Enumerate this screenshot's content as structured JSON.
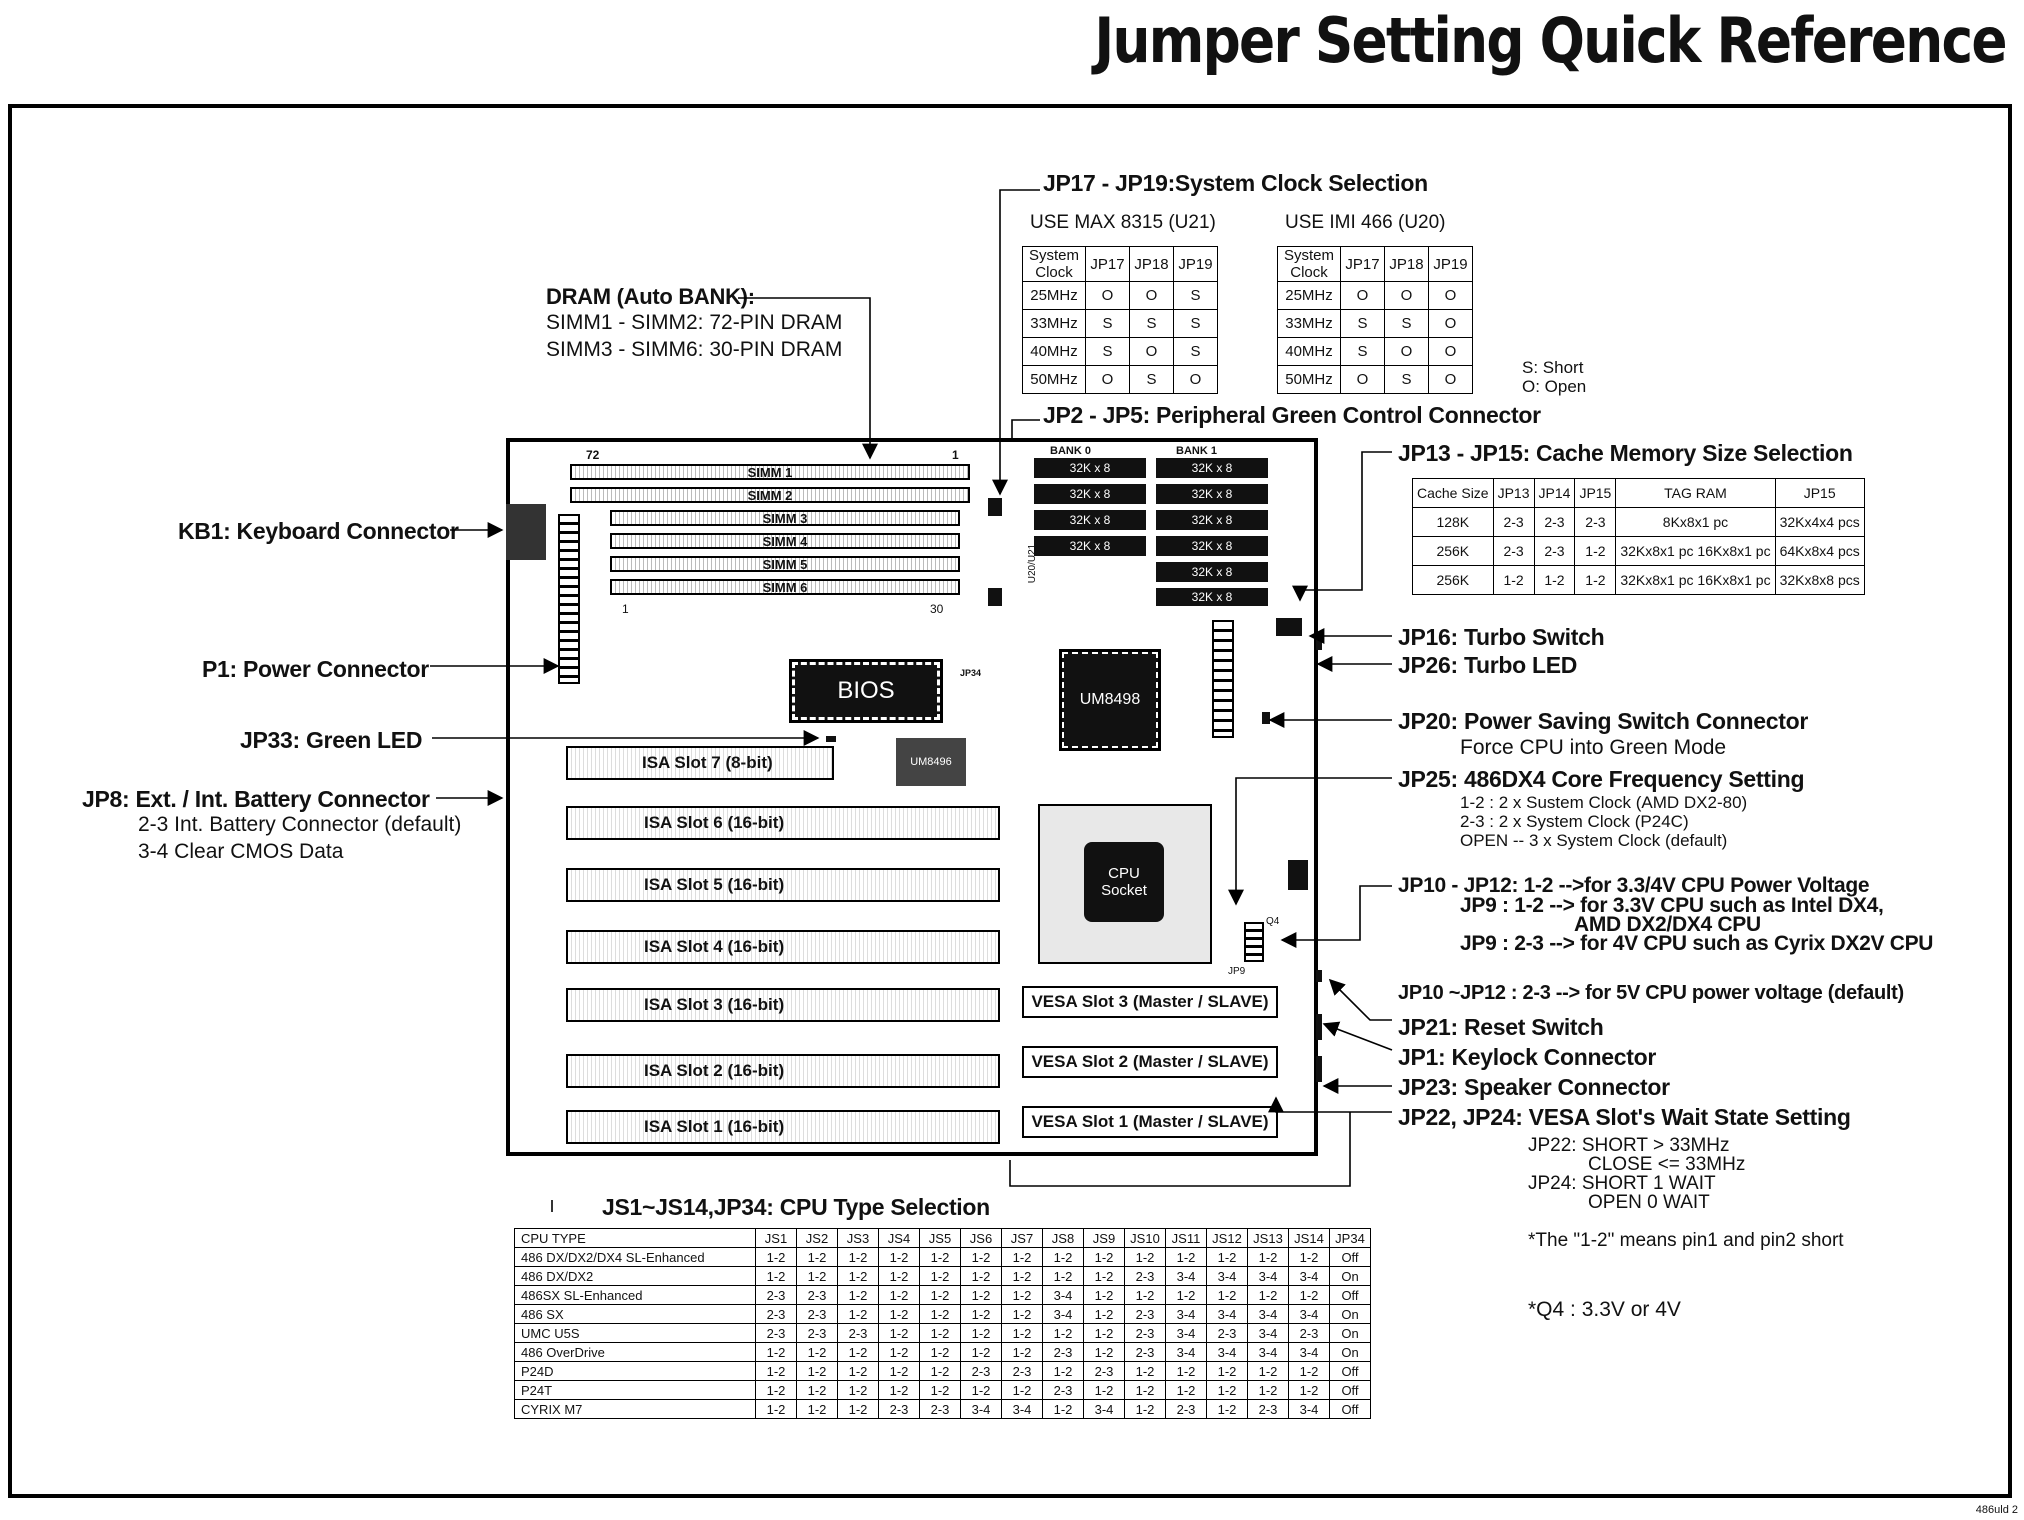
{
  "title": "Jumper Setting Quick Reference",
  "footer": "486uld 2",
  "clock": {
    "heading": "JP17 - JP19:System Clock Selection",
    "left_caption": "USE MAX 8315 (U21)",
    "right_caption": "USE IMI 466 (U20)",
    "header": [
      "System Clock",
      "JP17",
      "JP18",
      "JP19"
    ],
    "left_rows": [
      [
        "25MHz",
        "O",
        "O",
        "S"
      ],
      [
        "33MHz",
        "S",
        "S",
        "S"
      ],
      [
        "40MHz",
        "S",
        "O",
        "S"
      ],
      [
        "50MHz",
        "O",
        "S",
        "O"
      ]
    ],
    "right_rows": [
      [
        "25MHz",
        "O",
        "O",
        "O"
      ],
      [
        "33MHz",
        "S",
        "S",
        "O"
      ],
      [
        "40MHz",
        "S",
        "O",
        "O"
      ],
      [
        "50MHz",
        "O",
        "S",
        "O"
      ]
    ],
    "legend": [
      "S: Short",
      "O: Open"
    ]
  },
  "dram": {
    "heading": "DRAM (Auto BANK):",
    "line1": "SIMM1 - SIMM2: 72-PIN DRAM",
    "line2": "SIMM3 - SIMM6: 30-PIN DRAM"
  },
  "jp2": "JP2 - JP5:  Peripheral Green Control Connector",
  "cache": {
    "heading": "JP13 - JP15: Cache Memory Size Selection",
    "header": [
      "Cache Size",
      "JP13",
      "JP14",
      "JP15",
      "TAG RAM",
      "JP15"
    ],
    "rows": [
      [
        "128K",
        "2-3",
        "2-3",
        "2-3",
        "8Kx8x1 pc",
        "32Kx4x4 pcs"
      ],
      [
        "256K",
        "2-3",
        "2-3",
        "1-2",
        "32Kx8x1 pc 16Kx8x1 pc",
        "64Kx8x4 pcs"
      ],
      [
        "256K",
        "1-2",
        "1-2",
        "1-2",
        "32Kx8x1 pc 16Kx8x1 pc",
        "32Kx8x8 pcs"
      ]
    ]
  },
  "left_labels": {
    "kb1": "KB1: Keyboard Connector",
    "p1": "P1: Power Connector",
    "jp33": "JP33:  Green LED",
    "jp8": "JP8:  Ext. / Int. Battery Connector",
    "jp8_l1": "2-3 Int. Battery Connector (default)",
    "jp8_l2": "3-4 Clear CMOS Data"
  },
  "right_labels": {
    "jp16": "JP16: Turbo Switch",
    "jp26": "JP26: Turbo LED",
    "jp20": "JP20: Power Saving Switch Connector",
    "jp20_sub": "Force CPU into Green Mode",
    "jp25": "JP25: 486DX4 Core Frequency Setting",
    "jp25_l1": "1-2 : 2 x Sustem Clock (AMD DX2-80)",
    "jp25_l2": "2-3 : 2 x System Clock (P24C)",
    "jp25_l3": "OPEN -- 3 x System Clock (default)",
    "jp10a": "JP10 - JP12: 1-2 -->for 3.3/4V CPU Power Voltage",
    "jp9a": "JP9 : 1-2 --> for 3.3V CPU such as Intel DX4,",
    "jp9b": "AMD DX2/DX4 CPU",
    "jp9c": "JP9 : 2-3 --> for 4V CPU such as Cyrix DX2V CPU",
    "jp10b": "JP10 ~JP12 : 2-3 --> for 5V CPU power voltage (default)",
    "jp21": "JP21: Reset Switch",
    "jp1": "JP1: Keylock Connector",
    "jp23": "JP23: Speaker Connector",
    "jp22": "JP22, JP24:  VESA Slot's Wait State Setting",
    "jp22_a": "JP22:  SHORT > 33MHz",
    "jp22_b": "CLOSE <= 33MHz",
    "jp24_a": "JP24:  SHORT 1 WAIT",
    "jp24_b": "OPEN   0 WAIT",
    "note1": "*The \"1-2\" means pin1 and pin2 short",
    "note2": "*Q4 : 3.3V or 4V"
  },
  "board": {
    "simm_labels": [
      "SIMM 1",
      "SIMM 2",
      "SIMM 3",
      "SIMM 4",
      "SIMM 5",
      "SIMM 6"
    ],
    "pin72": "72",
    "pin1a": "1",
    "pin1b": "1",
    "pin30": "30",
    "bank0": "BANK 0",
    "bank1": "BANK 1",
    "sram": "32K x 8",
    "bios": "BIOS",
    "um8498": "UM8498",
    "um8496": "UM8496",
    "cpu": "CPU Socket",
    "u20u21": "U20/U21",
    "jp34": "JP34",
    "q4": "Q4",
    "jp9": "JP9",
    "isa": [
      "ISA Slot 7  (8-bit)",
      "ISA Slot 6 (16-bit)",
      "ISA Slot 5 (16-bit)",
      "ISA Slot 4 (16-bit)",
      "ISA Slot 3 (16-bit)",
      "ISA Slot 2 (16-bit)",
      "ISA Slot 1 (16-bit)"
    ],
    "vesa": [
      "VESA Slot 3 (Master / SLAVE)",
      "VESA Slot 2 (Master / SLAVE)",
      "VESA Slot 1 (Master / SLAVE)"
    ]
  },
  "cpu_type": {
    "heading": "JS1~JS14,JP34: CPU Type Selection",
    "header": [
      "CPU TYPE",
      "JS1",
      "JS2",
      "JS3",
      "JS4",
      "JS5",
      "JS6",
      "JS7",
      "JS8",
      "JS9",
      "JS10",
      "JS11",
      "JS12",
      "JS13",
      "JS14",
      "JP34"
    ],
    "rows": [
      [
        "486 DX/DX2/DX4 SL-Enhanced",
        "1-2",
        "1-2",
        "1-2",
        "1-2",
        "1-2",
        "1-2",
        "1-2",
        "1-2",
        "1-2",
        "1-2",
        "1-2",
        "1-2",
        "1-2",
        "1-2",
        "Off"
      ],
      [
        "486 DX/DX2",
        "1-2",
        "1-2",
        "1-2",
        "1-2",
        "1-2",
        "1-2",
        "1-2",
        "1-2",
        "1-2",
        "2-3",
        "3-4",
        "3-4",
        "3-4",
        "3-4",
        "On"
      ],
      [
        "486SX SL-Enhanced",
        "2-3",
        "2-3",
        "1-2",
        "1-2",
        "1-2",
        "1-2",
        "1-2",
        "3-4",
        "1-2",
        "1-2",
        "1-2",
        "1-2",
        "1-2",
        "1-2",
        "Off"
      ],
      [
        "486 SX",
        "2-3",
        "2-3",
        "1-2",
        "1-2",
        "1-2",
        "1-2",
        "1-2",
        "3-4",
        "1-2",
        "2-3",
        "3-4",
        "3-4",
        "3-4",
        "3-4",
        "On"
      ],
      [
        "UMC U5S",
        "2-3",
        "2-3",
        "2-3",
        "1-2",
        "1-2",
        "1-2",
        "1-2",
        "1-2",
        "1-2",
        "2-3",
        "3-4",
        "2-3",
        "3-4",
        "2-3",
        "On"
      ],
      [
        "486 OverDrive",
        "1-2",
        "1-2",
        "1-2",
        "1-2",
        "1-2",
        "1-2",
        "1-2",
        "2-3",
        "1-2",
        "2-3",
        "3-4",
        "3-4",
        "3-4",
        "3-4",
        "On"
      ],
      [
        "P24D",
        "1-2",
        "1-2",
        "1-2",
        "1-2",
        "1-2",
        "2-3",
        "2-3",
        "1-2",
        "2-3",
        "1-2",
        "1-2",
        "1-2",
        "1-2",
        "1-2",
        "Off"
      ],
      [
        "P24T",
        "1-2",
        "1-2",
        "1-2",
        "1-2",
        "1-2",
        "1-2",
        "1-2",
        "2-3",
        "1-2",
        "1-2",
        "1-2",
        "1-2",
        "1-2",
        "1-2",
        "Off"
      ],
      [
        "CYRIX M7",
        "1-2",
        "1-2",
        "1-2",
        "2-3",
        "2-3",
        "3-4",
        "3-4",
        "1-2",
        "3-4",
        "1-2",
        "2-3",
        "1-2",
        "2-3",
        "3-4",
        "Off"
      ]
    ]
  }
}
